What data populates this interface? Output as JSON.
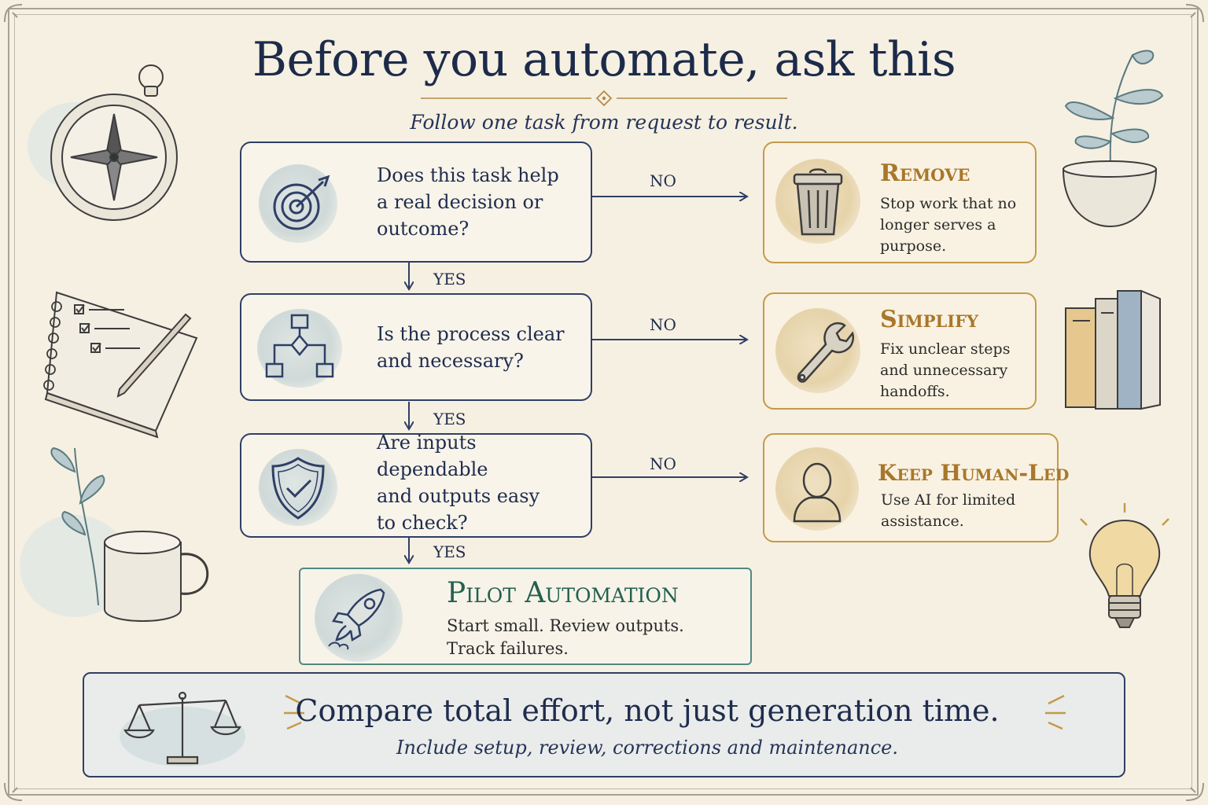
{
  "title": "Before you automate, ask this",
  "subtitle": "Follow one task from request to result.",
  "questions": [
    {
      "text": "Does this task help\na real decision or\noutcome?",
      "icon": "target-icon"
    },
    {
      "text": "Is the process clear\nand necessary?",
      "icon": "flowchart-icon"
    },
    {
      "text": "Are inputs dependable\nand outputs easy\nto check?",
      "icon": "shield-check-icon"
    }
  ],
  "branch_labels": {
    "no": "NO",
    "yes": "YES"
  },
  "outcomes": [
    {
      "title": "Remove",
      "desc": "Stop work that no\nlonger serves a\npurpose.",
      "icon": "trash-can-icon"
    },
    {
      "title": "Simplify",
      "desc": "Fix unclear steps\nand unnecessary\nhandoffs.",
      "icon": "wrench-icon"
    },
    {
      "title": "Keep Human-Led",
      "desc": "Use AI for limited\nassistance.",
      "icon": "person-icon"
    }
  ],
  "pilot": {
    "title": "Pilot Automation",
    "desc": "Start small. Review outputs.\nTrack failures.",
    "icon": "rocket-icon"
  },
  "bottom": {
    "main": "Compare total effort,  not just generation time.",
    "sub": "Include setup, review, corrections and maintenance.",
    "icon": "scales-icon"
  },
  "colors": {
    "navy": "#1d2b4a",
    "gold": "#a9772b",
    "teal": "#24604f",
    "paper": "#f6f0e2"
  }
}
